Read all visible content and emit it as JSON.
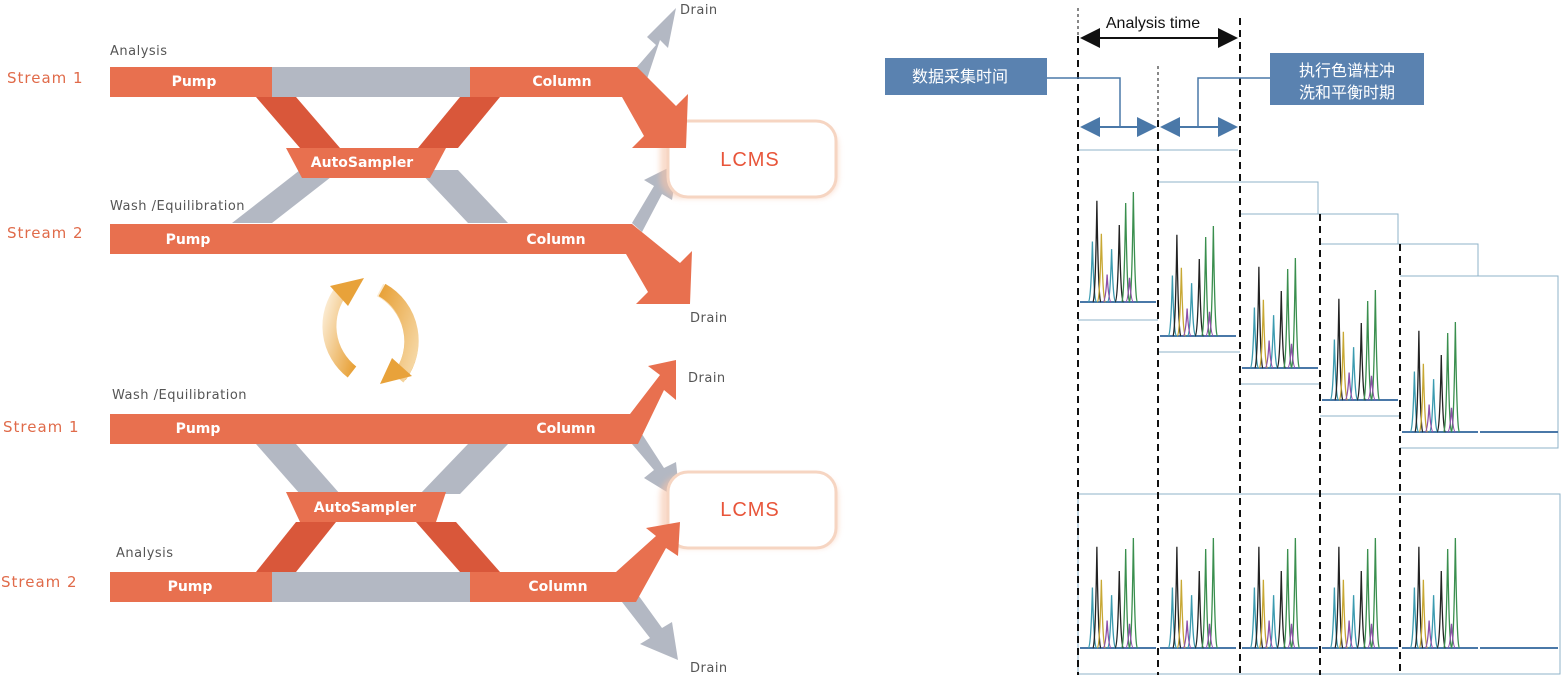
{
  "colors": {
    "accent": "#E8704F",
    "accent_dark": "#D9573A",
    "connector_gray": "#B3B8C3",
    "lcms_text": "#E8553A",
    "label_box_blue": "#5A82B0",
    "rotate_arrow": "#E8A23A"
  },
  "top_panel": {
    "stream1_label": "Stream 1",
    "stream2_label": "Stream 2",
    "stream1_mode": "Analysis",
    "stream2_mode": "Wash /Equilibration",
    "pump_label": "Pump",
    "column_label": "Column",
    "autosampler_label": "AutoSampler",
    "lcms_label": "LCMS",
    "drain_top": "Drain",
    "drain_bottom": "Drain"
  },
  "bottom_panel": {
    "stream1_label": "Stream 1",
    "stream2_label": "Stream 2",
    "stream1_mode": "Wash /Equilibration",
    "stream2_mode": "Analysis",
    "pump_label": "Pump",
    "column_label": "Column",
    "autosampler_label": "AutoSampler",
    "lcms_label": "LCMS",
    "drain_top": "Drain",
    "drain_bottom": "Drain"
  },
  "icons": {
    "rotate": "rotate-cycle-icon"
  },
  "timeline": {
    "analysis_time_label": "Analysis time",
    "data_collection_label": "数据采集时间",
    "wash_label_line1": "执行色谱柱冲",
    "wash_label_line2": "洗和平衡时期",
    "staggered_trace_count": 5,
    "combined_trace_count": 5
  }
}
